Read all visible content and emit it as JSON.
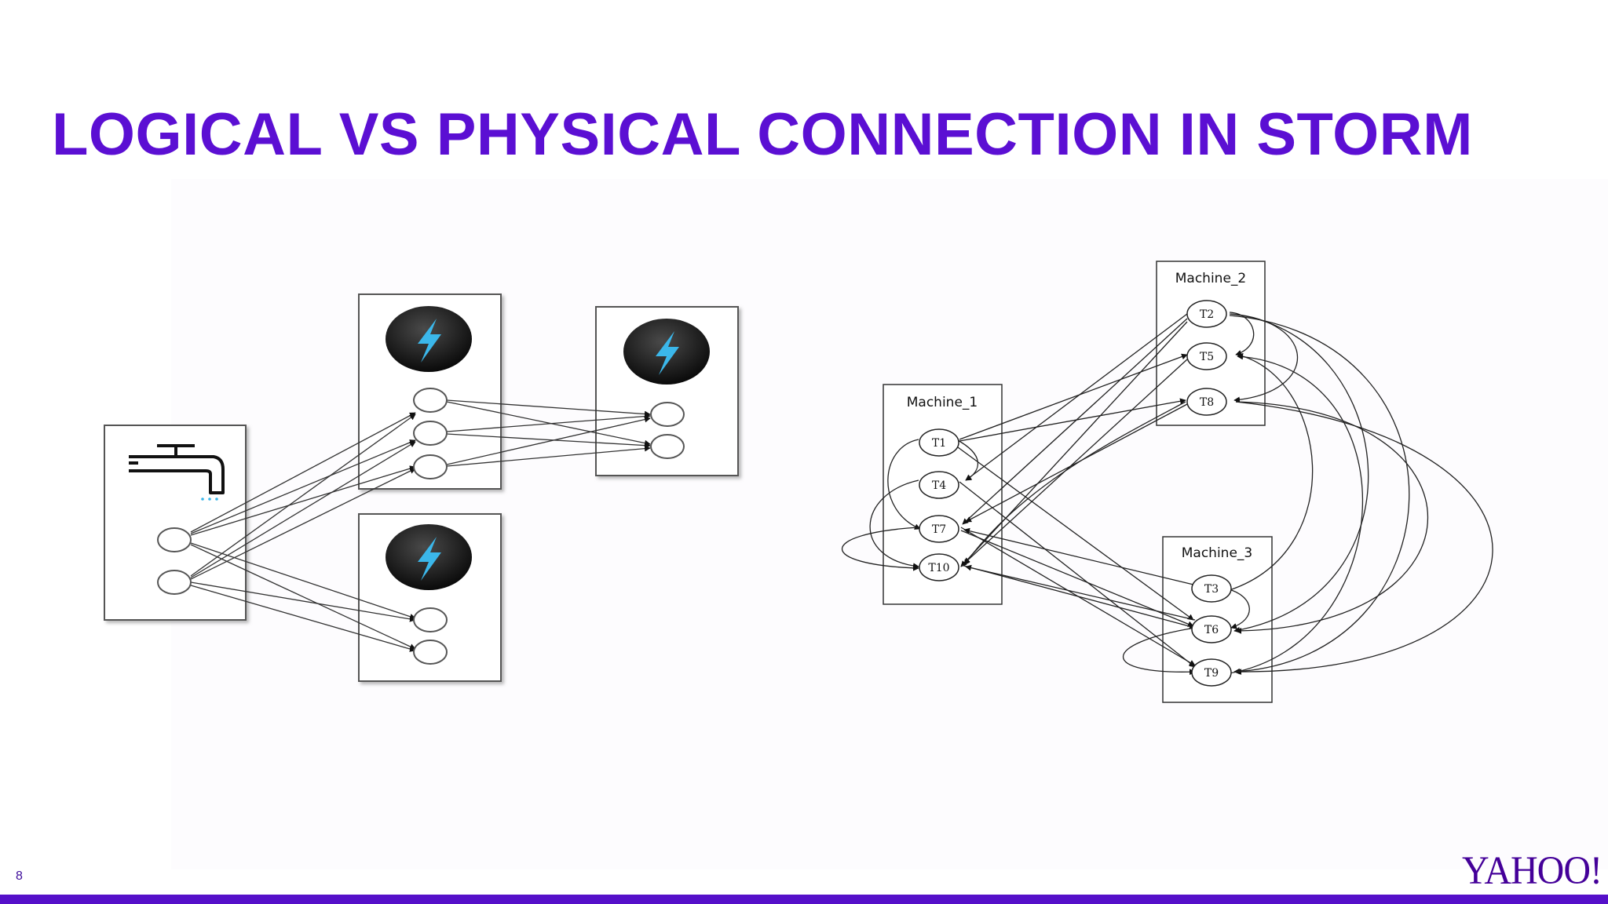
{
  "slide": {
    "title": "LOGICAL VS PHYSICAL CONNECTION IN STORM",
    "page_number": "8",
    "logo_text": "YAHOO!"
  },
  "colors": {
    "title": "#5b0fd3",
    "bottom_bar": "#5510c9",
    "bolt": "#3bb7ea"
  },
  "logical_diagram": {
    "spout": {
      "icon": "faucet-icon",
      "tasks": 2
    },
    "bolts": [
      {
        "id": "bolt-a",
        "icon": "lightning-bolt-icon",
        "tasks": 3
      },
      {
        "id": "bolt-b",
        "icon": "lightning-bolt-icon",
        "tasks": 2
      },
      {
        "id": "bolt-c",
        "icon": "lightning-bolt-icon",
        "tasks": 2
      }
    ]
  },
  "physical_diagram": {
    "machines": [
      {
        "id": "m1",
        "label": "Machine_1",
        "tasks": [
          "T1",
          "T4",
          "T7",
          "T10"
        ]
      },
      {
        "id": "m2",
        "label": "Machine_2",
        "tasks": [
          "T2",
          "T5",
          "T8"
        ]
      },
      {
        "id": "m3",
        "label": "Machine_3",
        "tasks": [
          "T3",
          "T6",
          "T9"
        ]
      }
    ]
  }
}
